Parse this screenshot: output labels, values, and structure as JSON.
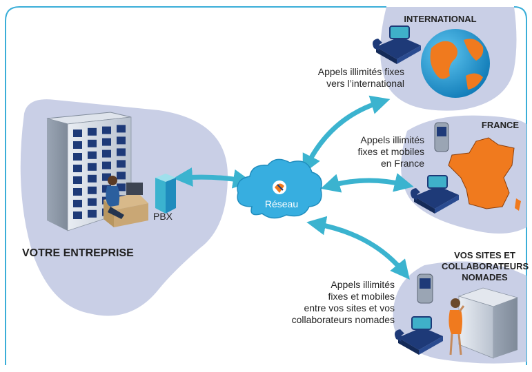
{
  "labels": {
    "international_title": "INTERNATIONAL",
    "international_desc": [
      "Appels illimités fixes",
      "vers l’international"
    ],
    "france_title": "FRANCE",
    "france_desc": [
      "Appels illimités",
      "fixes et mobiles",
      "en France"
    ],
    "sites_title": [
      "VOS SITES ET",
      "COLLABORATEURS",
      "NOMADES"
    ],
    "sites_desc": [
      "Appels illimités",
      "fixes et mobiles",
      "entre vos sites et vos",
      "collaborateurs nomades"
    ],
    "network": "Réseau",
    "pbx": "PBX",
    "company": "VOTRE ENTREPRISE"
  },
  "colors": {
    "frame": "#3aaed8",
    "zone": "#c9cfe6",
    "arrow": "#3bb3cf",
    "cloud": "#37aee0",
    "globe_ocean": "#1a9fd6",
    "land": "#f07a1e",
    "phone": "#1e3a78"
  }
}
